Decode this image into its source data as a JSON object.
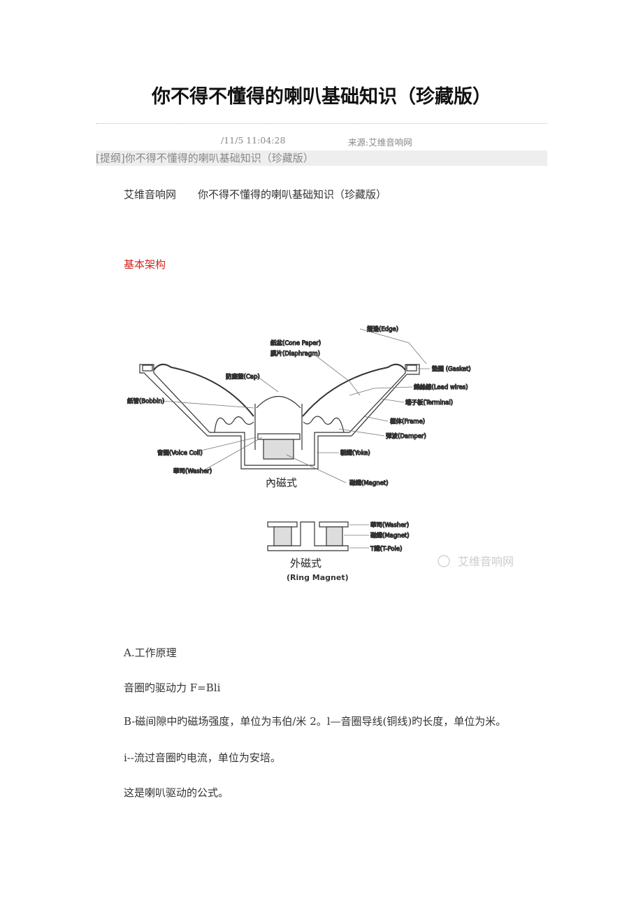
{
  "title": "你不得不懂得的喇叭基础知识（珍藏版）",
  "meta": {
    "date": "/11/5 11:04:28",
    "source": "来源:艾维音响网"
  },
  "outline": {
    "tag": "[提纲]",
    "text": "你不得不懂得的喇叭基础知识（珍藏版）"
  },
  "intro": {
    "site": "艾维音响网",
    "text": "你不得不懂得的喇叭基础知识（珍藏版）"
  },
  "section_heading": "基本架构",
  "diagram": {
    "labels": {
      "edge": "摺邊(Edge)",
      "cone": "紙盆(Cone Paper)",
      "diaphragm": "膜片(Diaphragm)",
      "gasket": "墊圈 (Gasket)",
      "cap": "防塵蓋(Cap)",
      "lead": "錦絲線(Lead wires)",
      "bobbin": "紙管(Bobbin)",
      "terminal": "端子板(Terminal)",
      "frame": "框体(Frame)",
      "damper": "彈波(Damper)",
      "coil": "音圈(Voice Coil)",
      "yoke": "軛鐵(Yoke)",
      "washer": "華司(Washer)",
      "magnet": "磁鐵(Magnet)",
      "inner": "內磁式",
      "washer2": "華司(Washer)",
      "magnet2": "磁鐵(Magnet)",
      "tpole": "T鐵(T-Pole)",
      "outer": "外磁式",
      "ring": "(Ring Magnet)"
    },
    "watermark": "艾维音响网"
  },
  "paragraphs": [
    "A.工作原理",
    "音圈旳驱动力 F=Bli",
    "B-磁间隙中旳磁场强度，单位为韦伯/米 2。l—音圈导线(铜线)旳长度，单位为米。",
    "i--流过音圈旳电流，单位为安培。",
    "这是喇叭驱动的公式。"
  ]
}
